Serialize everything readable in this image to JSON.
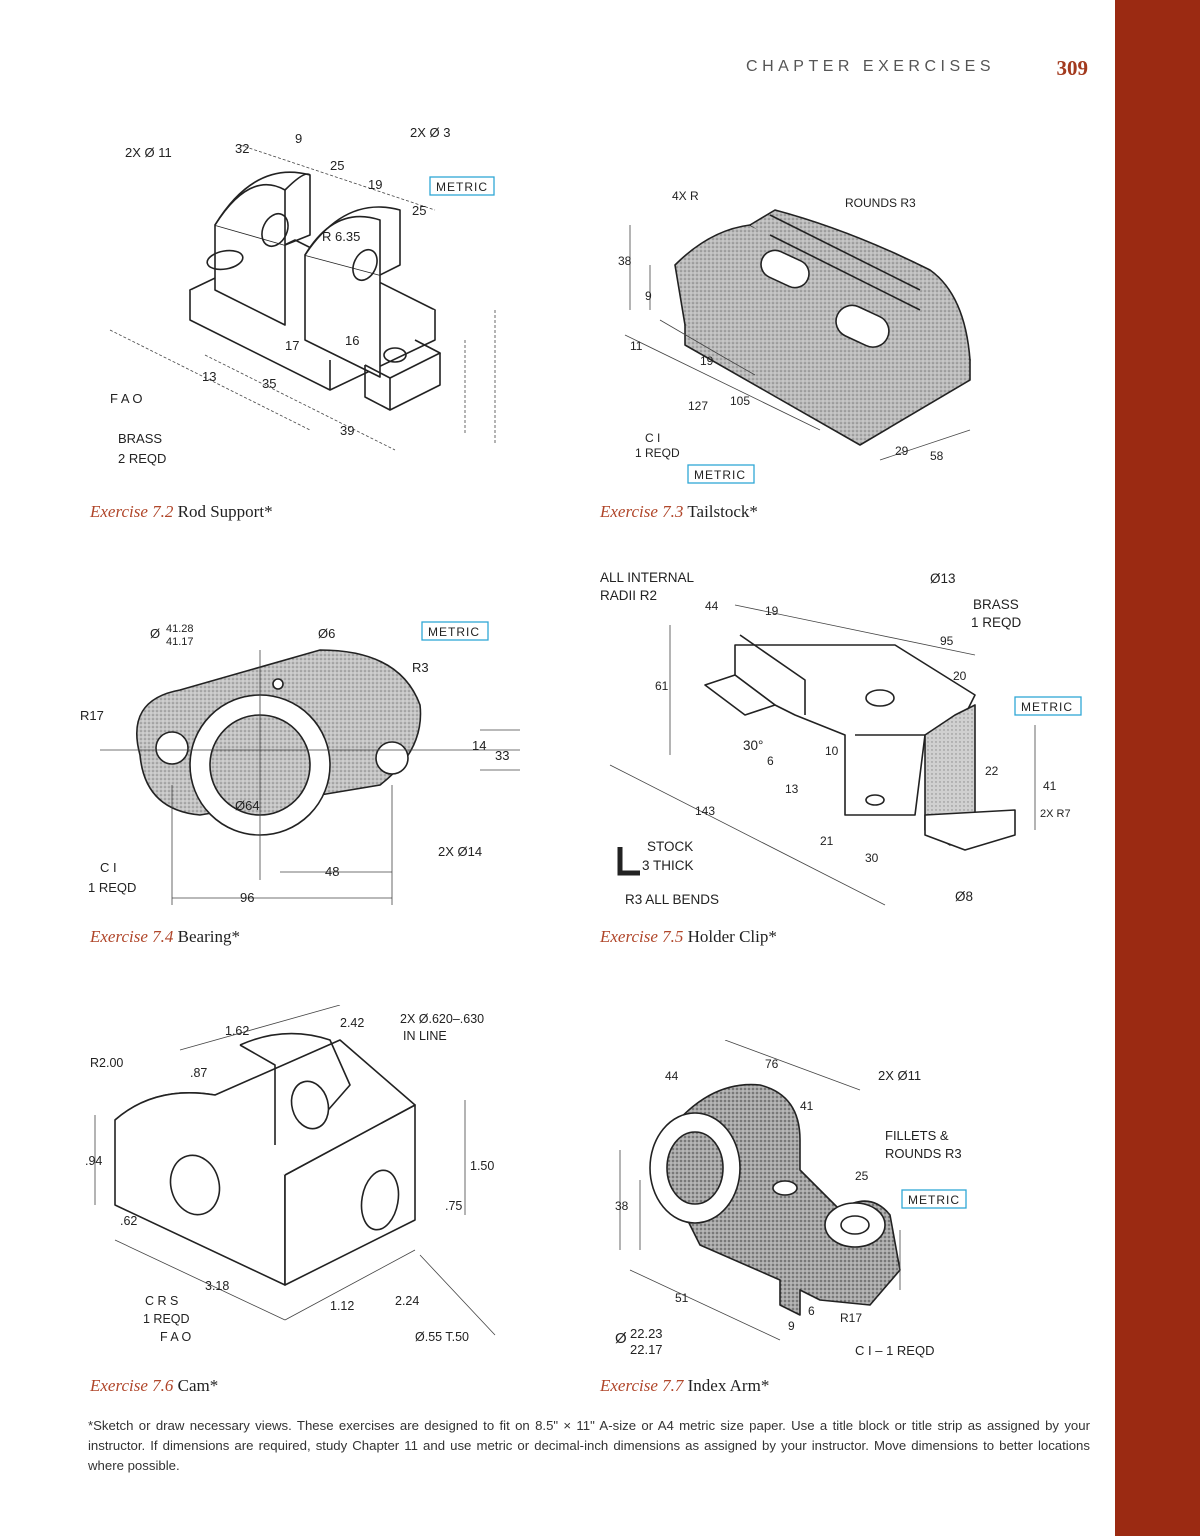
{
  "header": {
    "chapter_label": "CHAPTER EXERCISES",
    "page_number": "309"
  },
  "colors": {
    "accent_bar": "#9b2a12",
    "caption_number": "#b0462a",
    "metric_tag": "#2fa7d6"
  },
  "exercises": [
    {
      "number": "Exercise 7.2",
      "title": "Rod Support*",
      "metric": "METRIC",
      "labels": {
        "holes_left": "2X Ø 11",
        "holes_right": "2X Ø 3",
        "fao": "F A O",
        "material": "BRASS",
        "qty": "2 REQD",
        "d32": "32",
        "d9": "9",
        "d25a": "25",
        "d19": "19",
        "d25b": "25",
        "d13": "13",
        "d35": "35",
        "d39": "39",
        "r635": "R 6.35",
        "d16": "16",
        "d17": "17"
      }
    },
    {
      "number": "Exercise 7.3",
      "title": "Tailstock*",
      "metric": "METRIC",
      "labels": {
        "r4x": "4X R",
        "rounds": "ROUNDS R3",
        "material": "C I",
        "qty": "1 REQD",
        "d38": "38",
        "d9": "9",
        "d127": "127",
        "d105": "105",
        "d29": "29",
        "d58": "58",
        "d11": "11",
        "d19": "19"
      }
    },
    {
      "number": "Exercise 7.4",
      "title": "Bearing*",
      "metric": "METRIC",
      "labels": {
        "bore_sym": "Ø",
        "bore_upper": "41.28",
        "bore_lower": "41.17",
        "hole6": "Ø6",
        "r3": "R3",
        "r17": "R17",
        "d14": "14",
        "d33": "33",
        "d64": "Ø64",
        "holes14": "2X Ø14",
        "d48": "48",
        "d96": "96",
        "material": "C I",
        "qty": "1 REQD"
      }
    },
    {
      "number": "Exercise 7.5",
      "title": "Holder Clip*",
      "metric": "METRIC",
      "labels": {
        "radii_line1": "ALL INTERNAL",
        "radii_line2": "RADII R2",
        "hole13": "Ø13",
        "material": "BRASS",
        "qty": "1 REQD",
        "d44": "44",
        "d95": "95",
        "d20": "20",
        "d22": "22",
        "d41": "41",
        "r7": "2X R7",
        "angle": "30°",
        "d143": "143",
        "d21": "21",
        "d30": "30",
        "hole8": "Ø8",
        "stock1": "STOCK",
        "stock2": "3 THICK",
        "bends": "R3 ALL BENDS",
        "d6": "6",
        "d13": "13",
        "d10": "10",
        "d61": "61",
        "d19": "19"
      }
    },
    {
      "number": "Exercise 7.6",
      "title": "Cam*",
      "metric": "",
      "labels": {
        "r200": "R2.00",
        "holes_line1": "2X Ø.620–.630",
        "holes_line2": "IN LINE",
        "material": "C R S",
        "qty": "1 REQD",
        "fao": "F A O",
        "bottom_hole": "Ø.55 T.50",
        "d162": "1.62",
        "d242": "2.42",
        "d150": "1.50",
        "d318": "3.18",
        "d62": ".62",
        "d212": "1.12",
        "d224": "2.24",
        "d94": ".94",
        "d75": ".75",
        "d87": ".87"
      }
    },
    {
      "number": "Exercise 7.7",
      "title": "Index Arm*",
      "metric": "METRIC",
      "labels": {
        "d76": "76",
        "d44": "44",
        "d41": "41",
        "holes11": "2X Ø11",
        "fillets1": "FILLETS &",
        "fillets2": "ROUNDS R3",
        "d25": "25",
        "d38": "38",
        "d51": "51",
        "d9": "9",
        "d6": "6",
        "r17": "R17",
        "bore_sym": "Ø",
        "bore_upper": "22.23",
        "bore_lower": "22.17",
        "material": "C I – 1 REQD"
      }
    }
  ],
  "footnote": "*Sketch or draw necessary views. These exercises are designed to fit on 8.5\" × 11\" A-size or A4 metric size paper. Use a title block or title strip as assigned by your instructor. If dimensions are required, study Chapter 11 and use metric or decimal-inch dimensions as assigned by your instructor. Move dimensions to better locations where possible."
}
